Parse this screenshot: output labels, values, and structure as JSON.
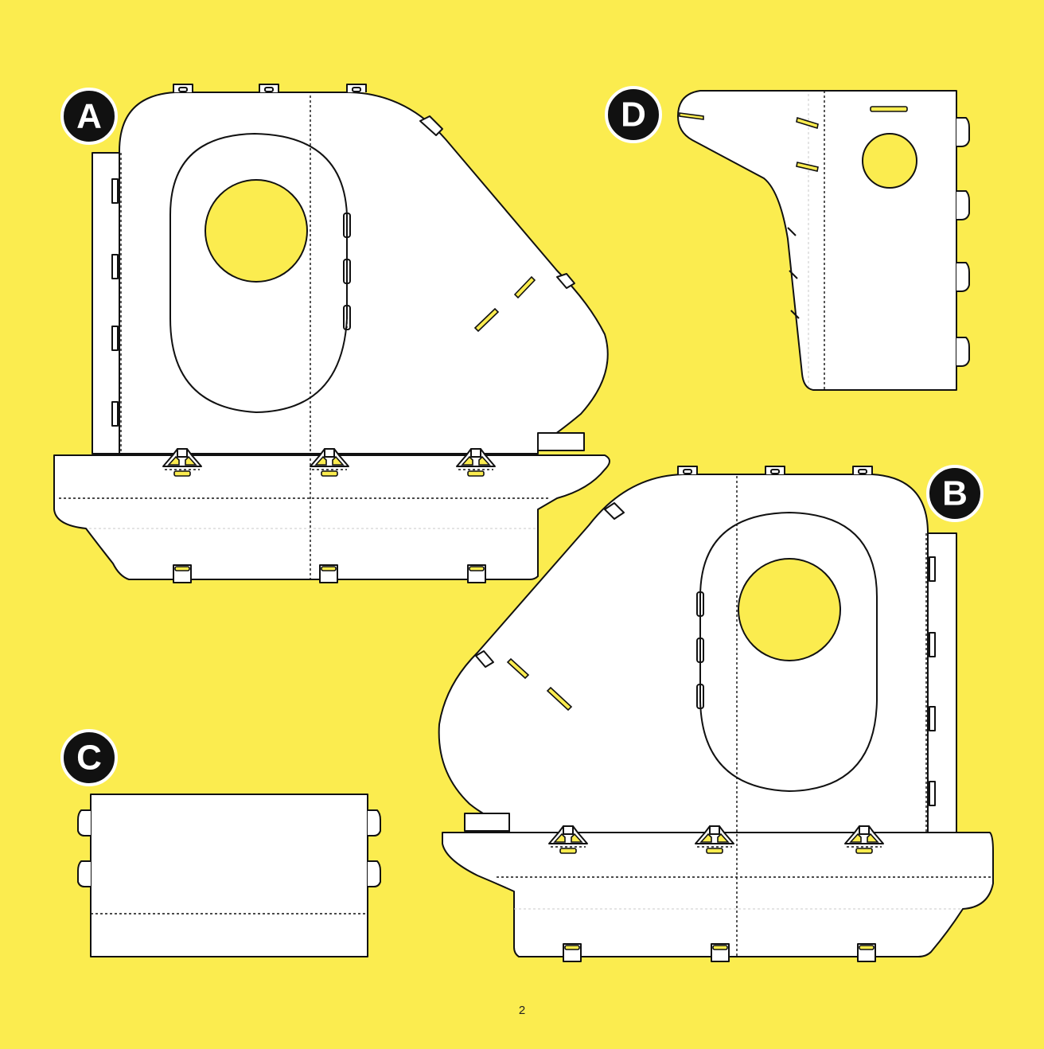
{
  "pieces": [
    {
      "id": "A",
      "label": "A"
    },
    {
      "id": "B",
      "label": "B"
    },
    {
      "id": "C",
      "label": "C"
    },
    {
      "id": "D",
      "label": "D"
    }
  ],
  "page_number": "2",
  "colors": {
    "background": "#FBEC4F",
    "piece_fill": "#FFFFFF",
    "outline": "#111111",
    "badge": "#111111"
  }
}
